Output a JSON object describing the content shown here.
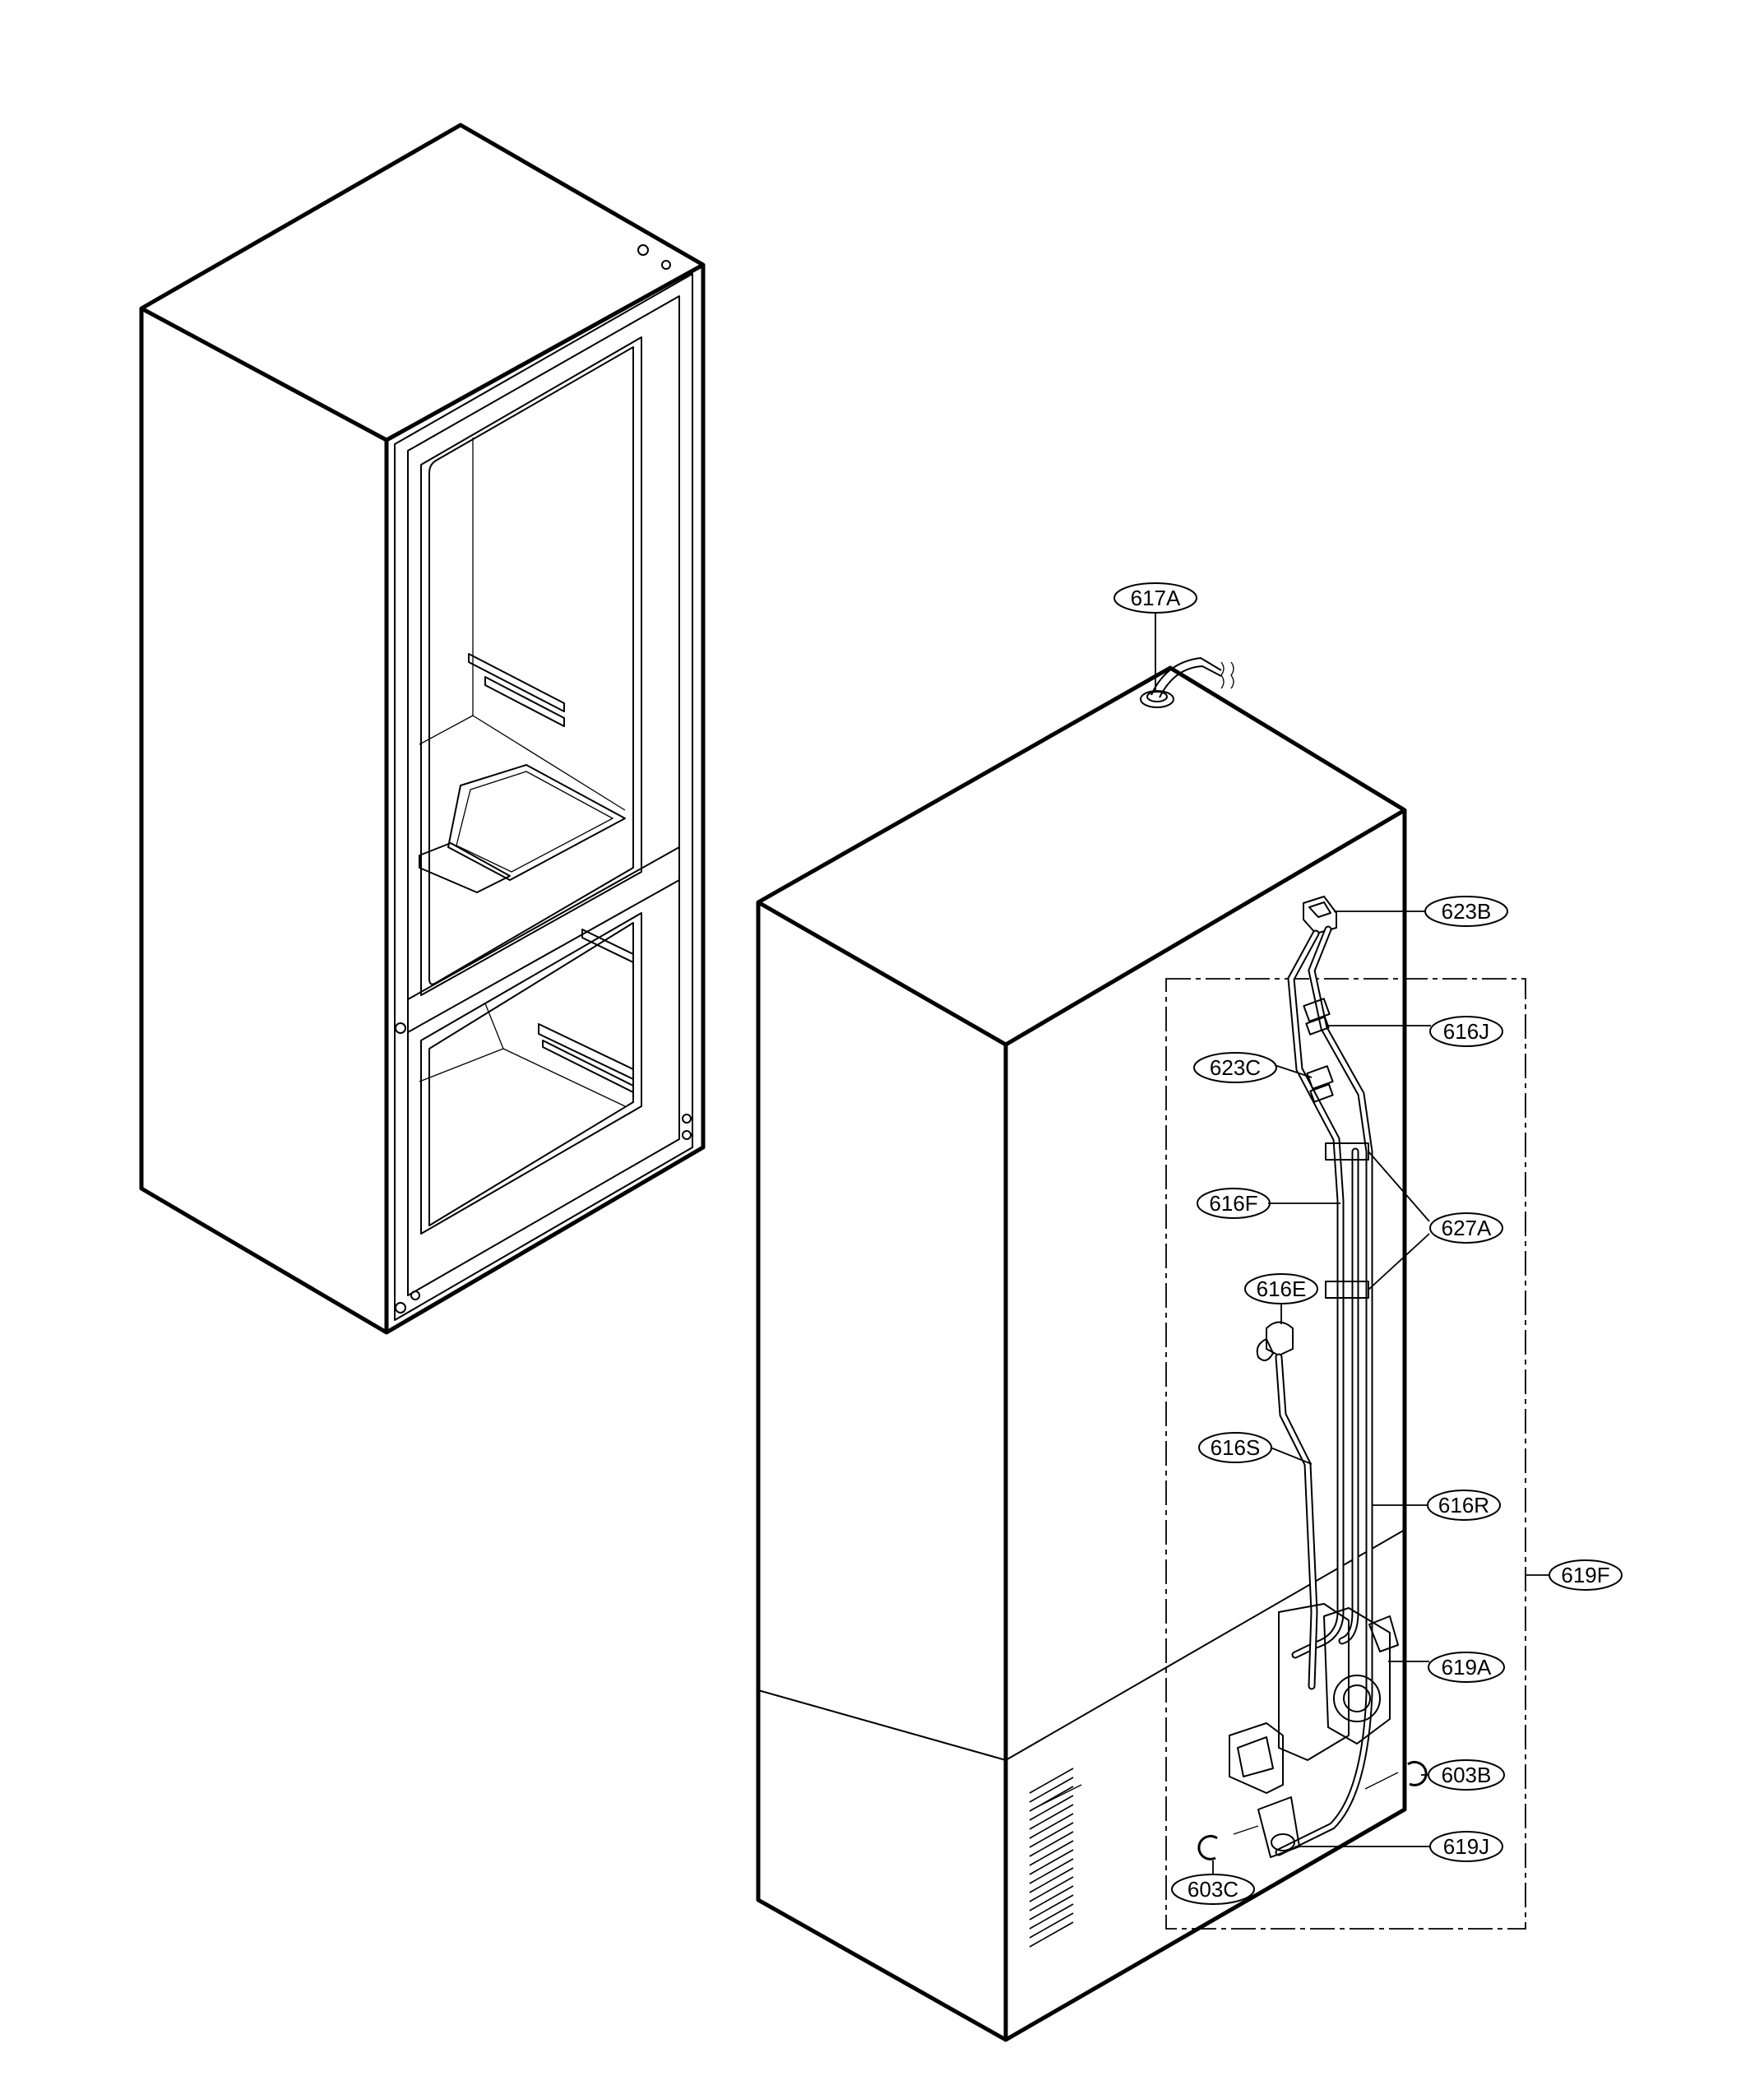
{
  "callouts": {
    "c617A": "617A",
    "c623B": "623B",
    "c616J": "616J",
    "c623C": "623C",
    "c616F": "616F",
    "c627A": "627A",
    "c616E": "616E",
    "c616S": "616S",
    "c616R": "616R",
    "c619F": "619F",
    "c619A": "619A",
    "c603B": "603B",
    "c619J": "619J",
    "c603C": "603C"
  }
}
